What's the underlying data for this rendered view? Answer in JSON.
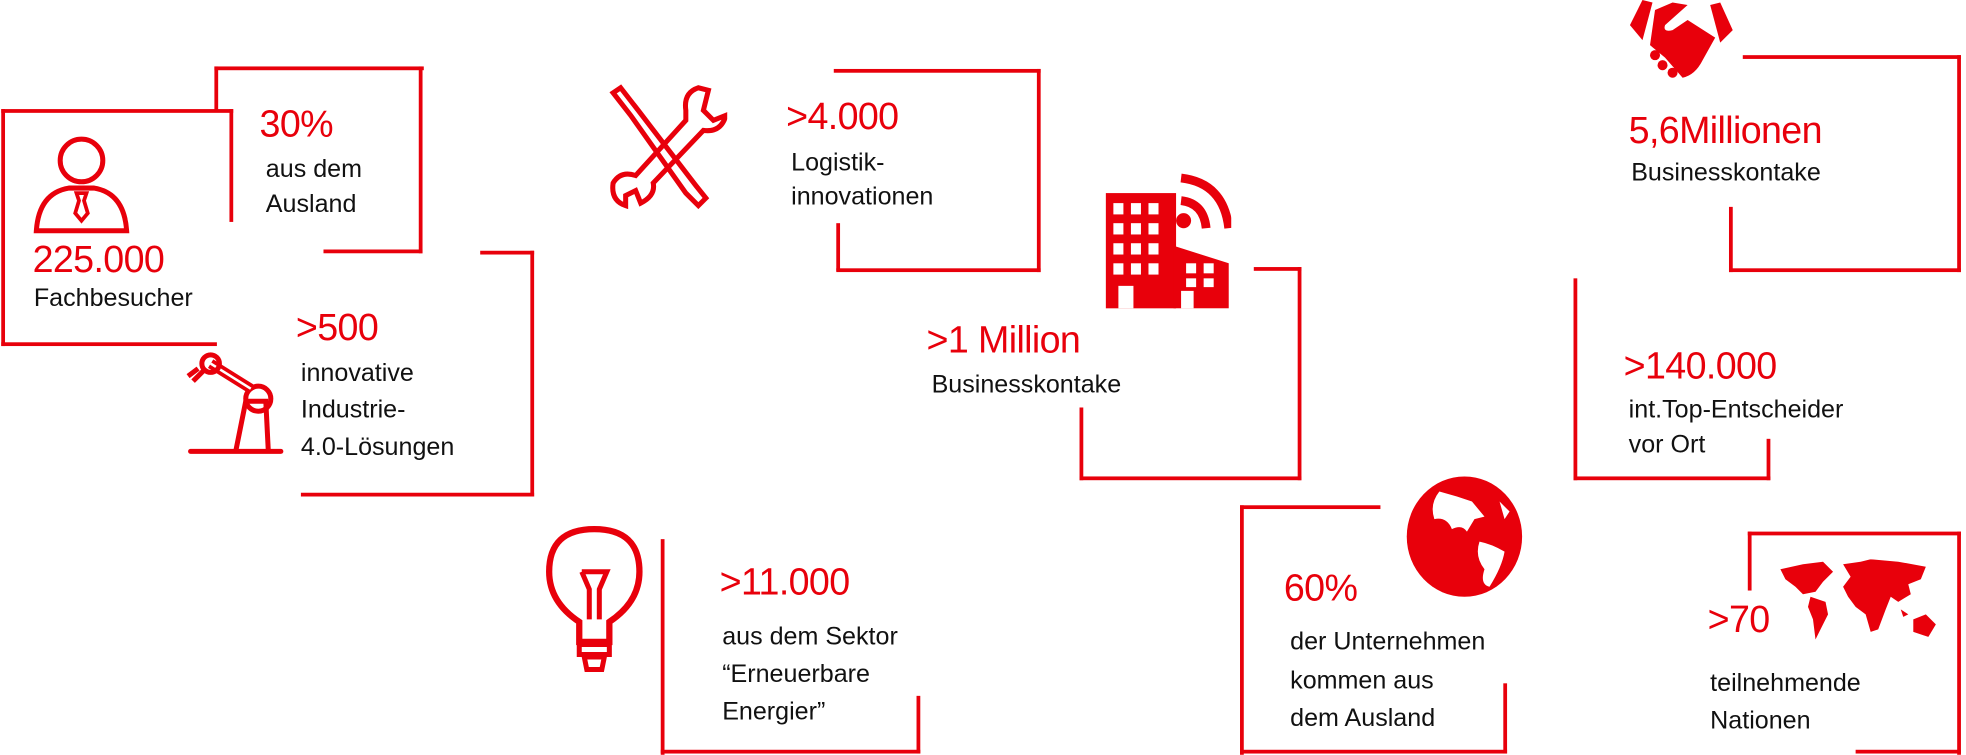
{
  "accent_color": "#e8000b",
  "stats": [
    {
      "value": "225.000",
      "lines": [
        "Fachbesucher"
      ],
      "icon": "person-icon"
    },
    {
      "value": "30%",
      "lines": [
        "aus dem",
        "Ausland"
      ]
    },
    {
      "value": ">500",
      "lines": [
        "innovative",
        "Industrie-",
        "4.0-Lösungen"
      ],
      "icon": "robot-arm-icon"
    },
    {
      "value": ">4.000",
      "lines": [
        "Logistik-",
        "innovationen"
      ],
      "icon": "tools-icon"
    },
    {
      "value": ">1 Million",
      "lines": [
        "Businesskontake"
      ],
      "icon": "building-wifi-icon"
    },
    {
      "value": ">11.000",
      "lines": [
        "aus dem Sektor",
        "“Erneuerbare",
        "Energier”"
      ],
      "icon": "lightbulb-icon"
    },
    {
      "value": "60%",
      "lines": [
        "der Unternehmen",
        "kommen aus",
        "dem Ausland"
      ],
      "icon": "globe-icon"
    },
    {
      "value": "5,6Millionen",
      "lines": [
        "Businesskontake"
      ],
      "icon": "handshake-icon"
    },
    {
      "value": ">140.000",
      "lines": [
        "int.Top-Entscheider",
        "vor Ort"
      ]
    },
    {
      "value": ">70",
      "lines": [
        "teilnehmende",
        "Nationen"
      ],
      "icon": "world-map-icon"
    }
  ]
}
